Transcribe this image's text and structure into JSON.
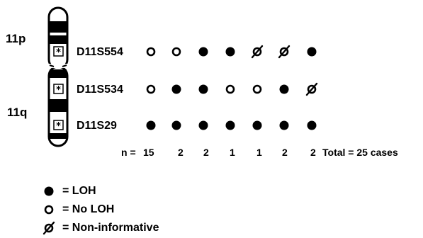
{
  "chromosome": {
    "arm_p_label": "11p",
    "arm_q_label": "11q"
  },
  "markers": [
    {
      "name": "D11S554",
      "calls": [
        "no_loh",
        "no_loh",
        "loh",
        "loh",
        "non_informative",
        "non_informative",
        "loh"
      ]
    },
    {
      "name": "D11S534",
      "calls": [
        "no_loh",
        "loh",
        "loh",
        "no_loh",
        "no_loh",
        "loh",
        "non_informative"
      ]
    },
    {
      "name": "D11S29",
      "calls": [
        "loh",
        "loh",
        "loh",
        "loh",
        "loh",
        "loh",
        "loh"
      ]
    }
  ],
  "counts": {
    "prefix": "n =",
    "values": [
      "15",
      "2",
      "2",
      "1",
      "1",
      "2",
      "2"
    ],
    "total_text": "Total = 25 cases"
  },
  "legend": {
    "loh": "= LOH",
    "no_loh": "= No LOH",
    "non_informative": "= Non-informative"
  }
}
